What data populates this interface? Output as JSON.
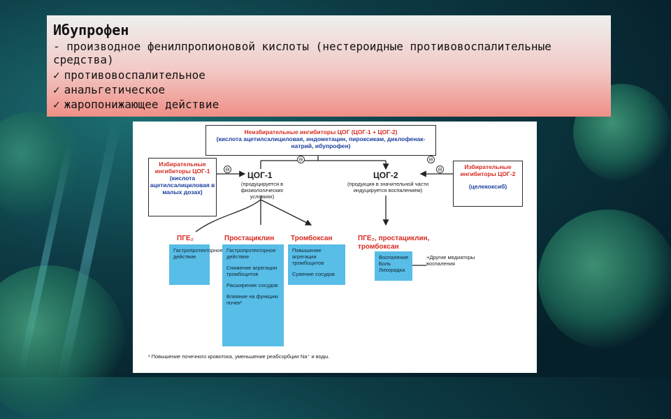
{
  "slide": {
    "title": "Ибупрофен",
    "subtitle": " - производное фенилпропионовой кислоты (нестероидные противовоспалительные средства)",
    "check_glyph": "✓",
    "effects": [
      "противовоспалительное",
      "анальгетическое",
      "жаропонижающее действие"
    ]
  },
  "diagram": {
    "top_box": {
      "title": "Неизбирательные ингибиторы ЦОГ (ЦОГ-1 + ЦОГ-2)",
      "drugs": "(кислота ацетилсалициловая, индометацин, пироксикам, диклофенак-натрий, ибупрофен)"
    },
    "left_box": {
      "title": "Избирательные ингибиторы ЦОГ-1",
      "drugs": "(кислота ацетилсалициловая в малых дозах)"
    },
    "right_box": {
      "title": "Избирательные ингибиторы ЦОГ-2",
      "drugs": "(целекоксиб)"
    },
    "minus_sign": "⊖",
    "cox1": {
      "label": "ЦОГ-1",
      "note": "(продуцируется в физиологических условиях)"
    },
    "cox2": {
      "label": "ЦОГ-2",
      "note": "(продукция в значительной части индуцируется воспалением)"
    },
    "products": {
      "pge2": "ПГЕ₂",
      "prostacyclin": "Простациклин",
      "thromboxane": "Тромбоксан",
      "pge2_group": "ПГЕ₂, простациклин, тромбоксан"
    },
    "effects": {
      "pge2": "Гастропротекторное действие",
      "prostacyclin": [
        "Гастропротекторное действие",
        "Снижение агрегации тромбоцитов",
        "Расширение сосудов",
        "Влияние на функцию почек¹"
      ],
      "thromboxane": [
        "Повышение агрегации тромбоцитов",
        "Сужение сосудов"
      ],
      "inflammation": [
        "Воспаление",
        "Боль",
        "Лихорадка"
      ]
    },
    "other_mediators": "+Другие медиаторы воспаления",
    "footnote": "¹ Повышение почечного кровотока, уменьшение реабсорбции Na⁺ и воды."
  },
  "colors": {
    "accent_red": "#d62a20",
    "effect_blue": "#58bde7",
    "panel_top": "#eef0ef",
    "panel_bottom": "#ef8f86"
  }
}
